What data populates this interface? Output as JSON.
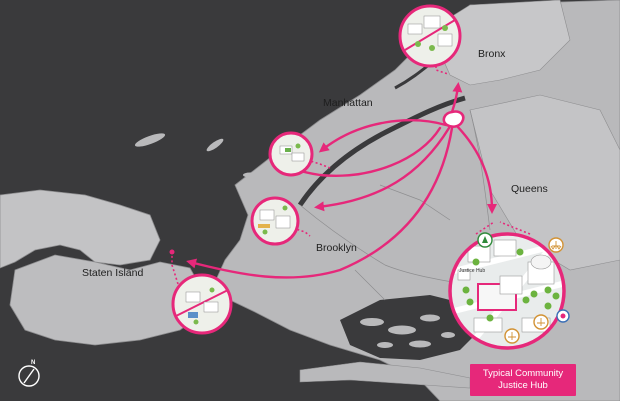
{
  "labels": {
    "bronx": "Bronx",
    "manhattan": "Manhattan",
    "queens": "Queens",
    "brooklyn": "Brooklyn",
    "staten_island": "Staten Island"
  },
  "legend": {
    "line1": "Typical Community",
    "line2": "Justice Hub"
  },
  "callout": {
    "hub_sign": "Justice Hub"
  },
  "colors": {
    "water": "#3a3a3c",
    "land": "#b9b9bb",
    "land_light": "#cfcfd1",
    "accent": "#e6287a",
    "text": "#1e1e1e"
  },
  "icons": [
    "north-arrow-icon",
    "scales-of-justice-icon",
    "map-pin-icon",
    "tree-icon"
  ]
}
